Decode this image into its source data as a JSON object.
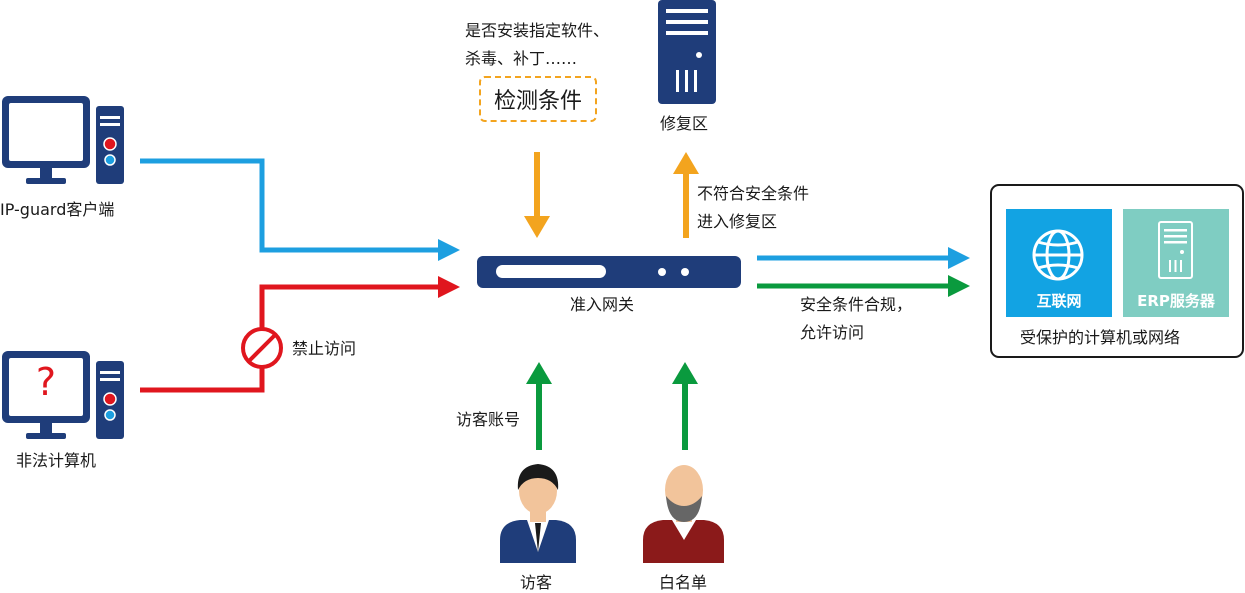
{
  "colors": {
    "blue_line": "#1d9fe0",
    "red_line": "#e0161e",
    "green_line": "#0a9a3e",
    "orange_arrow": "#f3a41e",
    "navy": "#1f3d7a",
    "internet_tile": "#12a3e3",
    "erp_tile": "#7fcdc2"
  },
  "nodes": {
    "client_label": "IP-guard客户端",
    "illegal_label": "非法计算机",
    "illegal_mark": "?",
    "forbid_label": "禁止访问",
    "condition_desc_line1": "是否安装指定软件、",
    "condition_desc_line2": "杀毒、补丁……",
    "condition_box": "检测条件",
    "repair_label": "修复区",
    "noncompliant_line1": "不符合安全条件",
    "noncompliant_line2": "进入修复区",
    "gateway_label": "准入网关",
    "compliant_line1": "安全条件合规，",
    "compliant_line2": "允许访问",
    "protected_label": "受保护的计算机或网络",
    "internet_label": "互联网",
    "erp_label": "ERP服务器",
    "guest_account_label": "访客账号",
    "guest_label": "访客",
    "whitelist_label": "白名单"
  }
}
